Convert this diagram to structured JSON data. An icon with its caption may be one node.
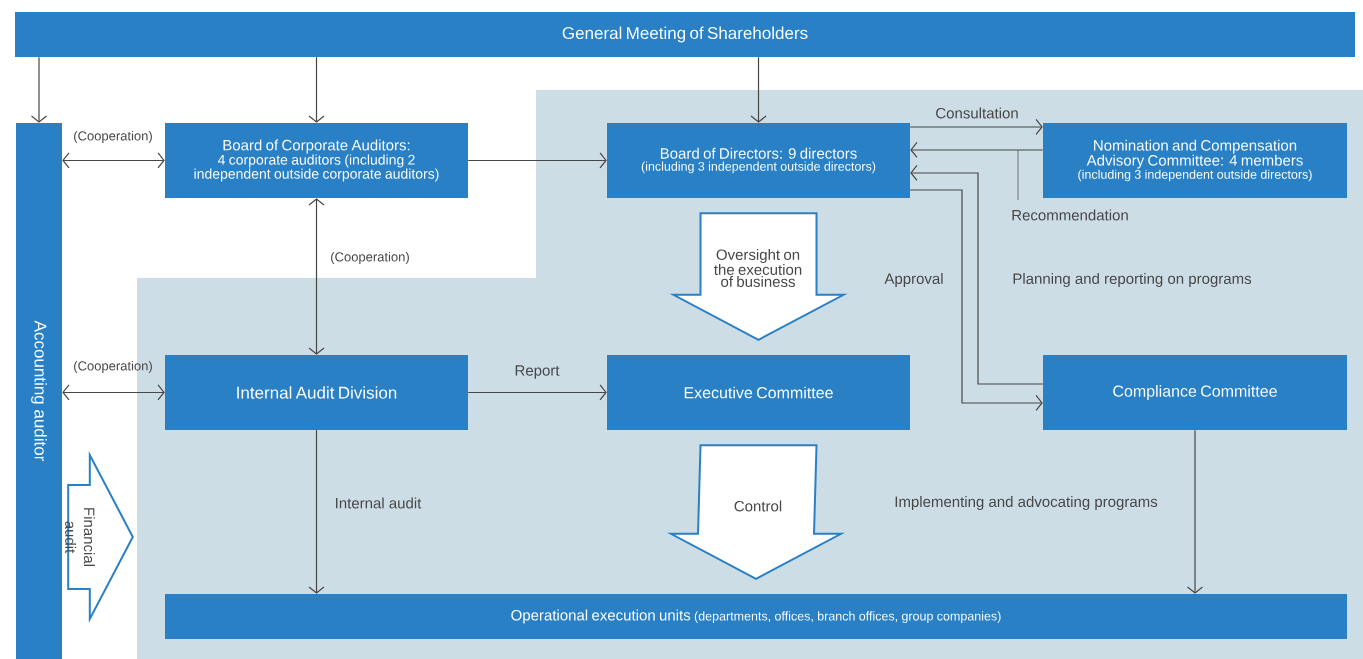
{
  "diagram": {
    "nodes": [
      {
        "text": [
          "General Meeting of Shareholders"
        ]
      },
      {
        "text": [
          "Accounting auditor"
        ]
      },
      {
        "text": [
          "Board of Corporate Auditors:",
          "4 corporate auditors (including 2 independent outside corporate auditors)"
        ]
      },
      {
        "text": [
          "Board of Directors: 9 directors",
          "(including 3 independent outside directors)"
        ]
      },
      {
        "text": [
          "Nomination and Compensation Advisory Committee: 4 members",
          "(including 3 independent outside directors)"
        ]
      },
      {
        "text": [
          "Internal Audit Division"
        ]
      },
      {
        "text": [
          "Executive Committee"
        ]
      },
      {
        "text": [
          "Compliance Committee"
        ]
      },
      {
        "text": [
          "Operational execution units",
          "(departments, offices, branch offices, group companies)"
        ]
      }
    ],
    "edges": [
      {
        "from": 0,
        "to": 1,
        "arrow": "to"
      },
      {
        "from": 0,
        "to": 2,
        "arrow": "to"
      },
      {
        "from": 0,
        "to": 3,
        "arrow": "to"
      },
      {
        "from": 1,
        "to": 2,
        "arrow": "both",
        "label": "(Cooperation)"
      },
      {
        "from": 2,
        "to": 3,
        "arrow": "to"
      },
      {
        "from": 3,
        "to": 4,
        "arrow": "to",
        "label": "Consultation"
      },
      {
        "from": 4,
        "to": 3,
        "arrow": "to",
        "label": "Recommendation"
      },
      {
        "from": 7,
        "to": 3,
        "arrow": "to",
        "label": "Planning and reporting on programs"
      },
      {
        "from": 3,
        "to": 7,
        "arrow": "to",
        "label": "Approval"
      },
      {
        "from": 2,
        "to": 5,
        "arrow": "both",
        "label": "(Cooperation)"
      },
      {
        "from": 1,
        "to": 5,
        "arrow": "both",
        "label": "(Cooperation)"
      },
      {
        "from": 5,
        "to": 6,
        "arrow": "to",
        "label": "Report"
      },
      {
        "from": 5,
        "to": 8,
        "arrow": "to",
        "label": "Internal audit"
      },
      {
        "from": 7,
        "to": 8,
        "arrow": "to",
        "label": "Implementing and advocating programs"
      },
      {
        "from": 3,
        "to": 6,
        "arrow": "to",
        "style": "thick",
        "label": "Oversight on the execution of business"
      },
      {
        "from": 6,
        "to": 8,
        "arrow": "to",
        "style": "thick",
        "label": "Control"
      },
      {
        "from": 1,
        "to": 8,
        "arrow": "to",
        "style": "thick",
        "label": "Financial audit"
      }
    ]
  }
}
